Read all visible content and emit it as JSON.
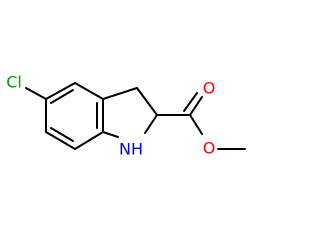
{
  "molecule": {
    "atoms": {
      "cl": {
        "symbol": "Cl",
        "color": "#00a000"
      },
      "n": {
        "symbol": "NH",
        "color": "#0000ff"
      },
      "o_carbonyl": {
        "symbol": "O",
        "color": "#ff0000"
      },
      "o_ester": {
        "symbol": "O",
        "color": "#ff0000"
      }
    },
    "bond_color": "#000000"
  }
}
